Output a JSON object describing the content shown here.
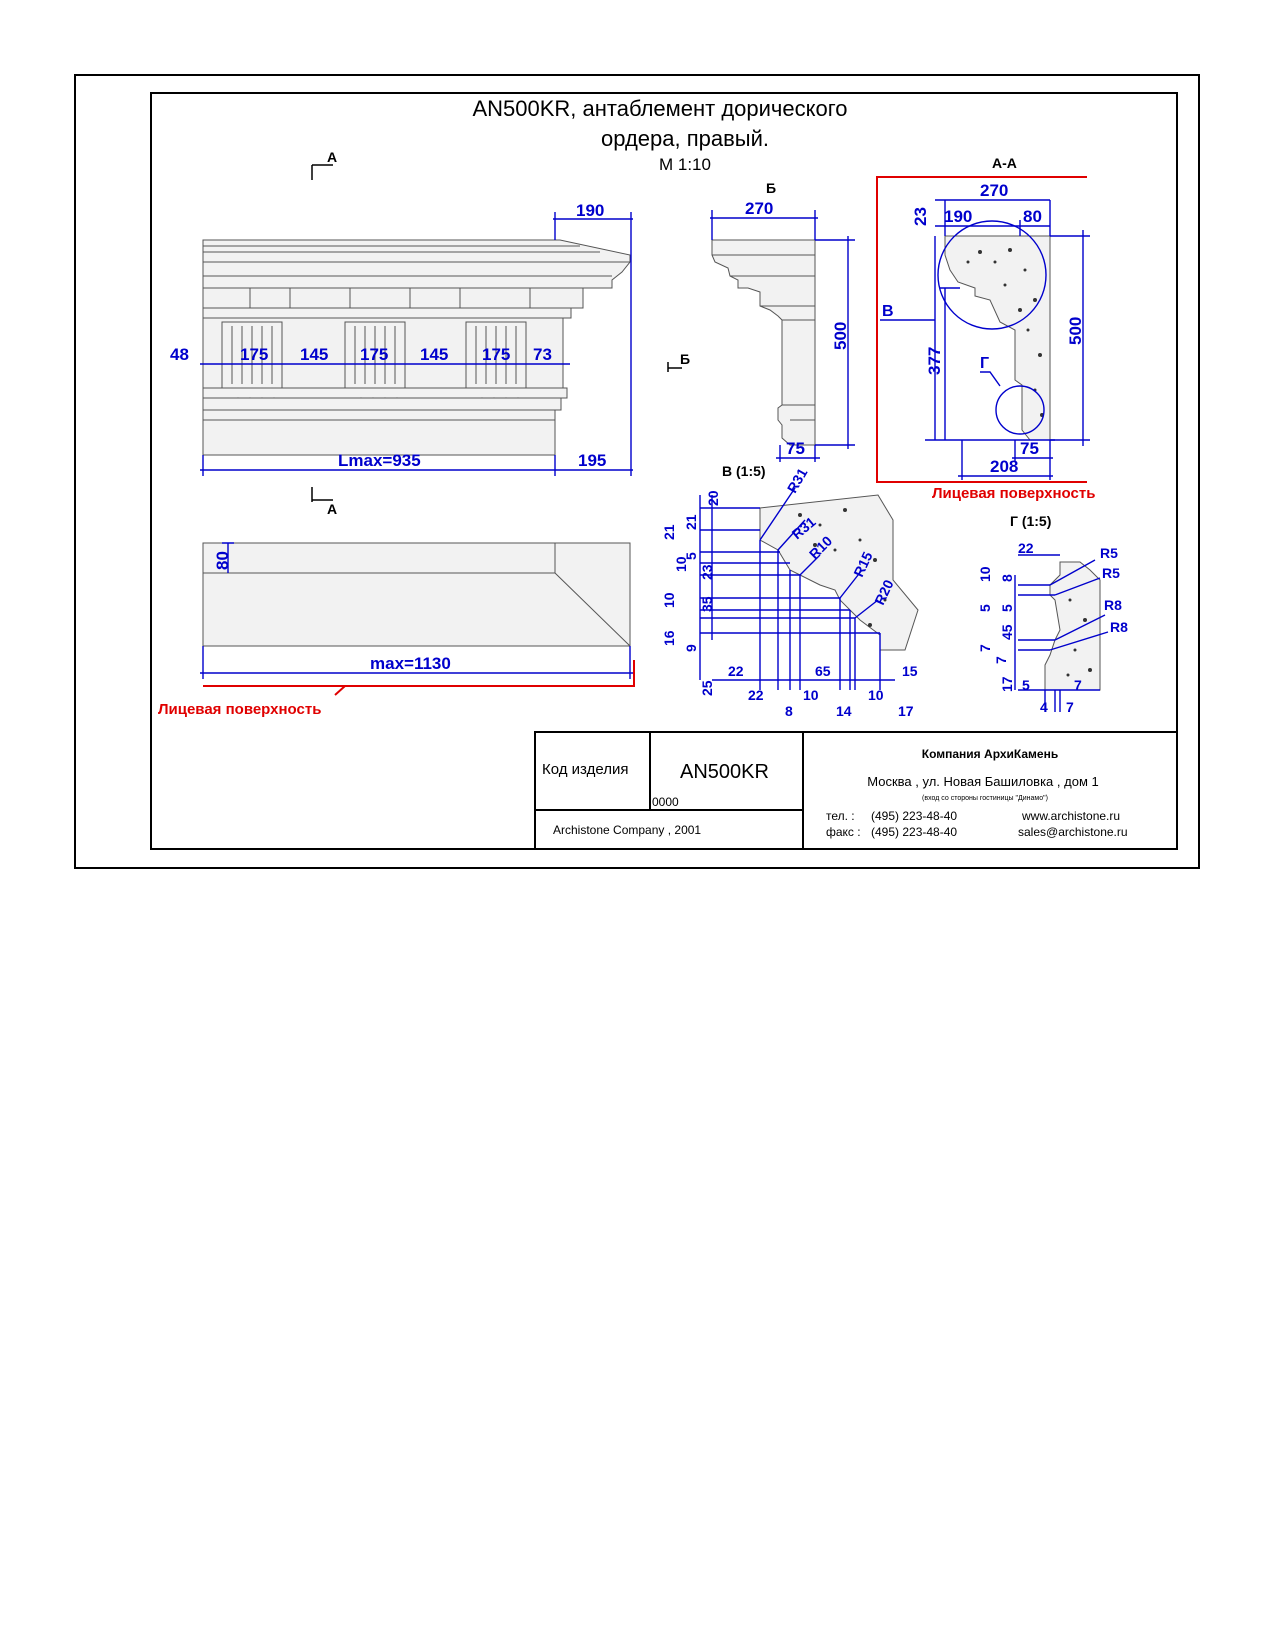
{
  "title": {
    "line1": "AN500KR, антаблемент дорического",
    "line2": "ордера, правый.",
    "scale": "М 1:10"
  },
  "section_marks": {
    "a_top": "А",
    "a_bottom": "А",
    "b_top": "Б",
    "b_side": "Б",
    "aa": "А-А",
    "v_circle": "В",
    "g_circle": "Г",
    "v_detail": "В (1:5)",
    "g_detail": "Г (1:5)"
  },
  "front_view": {
    "dims": [
      "190",
      "48",
      "175",
      "145",
      "175",
      "145",
      "175",
      "73",
      "195"
    ],
    "lmax": "Lmax=935"
  },
  "side_view": {
    "dims": [
      "270",
      "500",
      "75"
    ]
  },
  "section_aa": {
    "dims": [
      "270",
      "23",
      "190",
      "80",
      "500",
      "377",
      "75",
      "208"
    ]
  },
  "plan_view": {
    "dims": [
      "80"
    ],
    "max": "max=1130"
  },
  "face_labels": [
    "Лицевая поверхность",
    "Лицевая поверхность"
  ],
  "detail_v": {
    "radii": [
      "R31",
      "R31",
      "R10",
      "R15",
      "R20"
    ],
    "left_dims": [
      "20",
      "21",
      "21",
      "5",
      "10",
      "23",
      "10",
      "35",
      "16",
      "9",
      "25"
    ],
    "bottom_dims": [
      "22",
      "65",
      "15",
      "22",
      "10",
      "8",
      "10",
      "14",
      "17"
    ]
  },
  "detail_g": {
    "radii": [
      "R5",
      "R5",
      "R8",
      "R8"
    ],
    "dims": [
      "22",
      "8",
      "10",
      "5",
      "5",
      "45",
      "7",
      "7",
      "17",
      "5",
      "7",
      "4",
      "7"
    ]
  },
  "title_block": {
    "code_label": "Код изделия",
    "code": "AN500KR",
    "number": "0000",
    "copyright": "Archistone  Company ,  2001",
    "company": "Компания  АрхиКамень",
    "address": "Москва , ул. Новая Башиловка , дом 1",
    "address_note": "(вход со стороны гостиницы \"Динамо\")",
    "tel_label": "тел.   :",
    "tel": "(495) 223-48-40",
    "fax_label": "факс :",
    "fax": "(495) 223-48-40",
    "web": "www.archistone.ru",
    "email": "sales@archistone.ru"
  }
}
